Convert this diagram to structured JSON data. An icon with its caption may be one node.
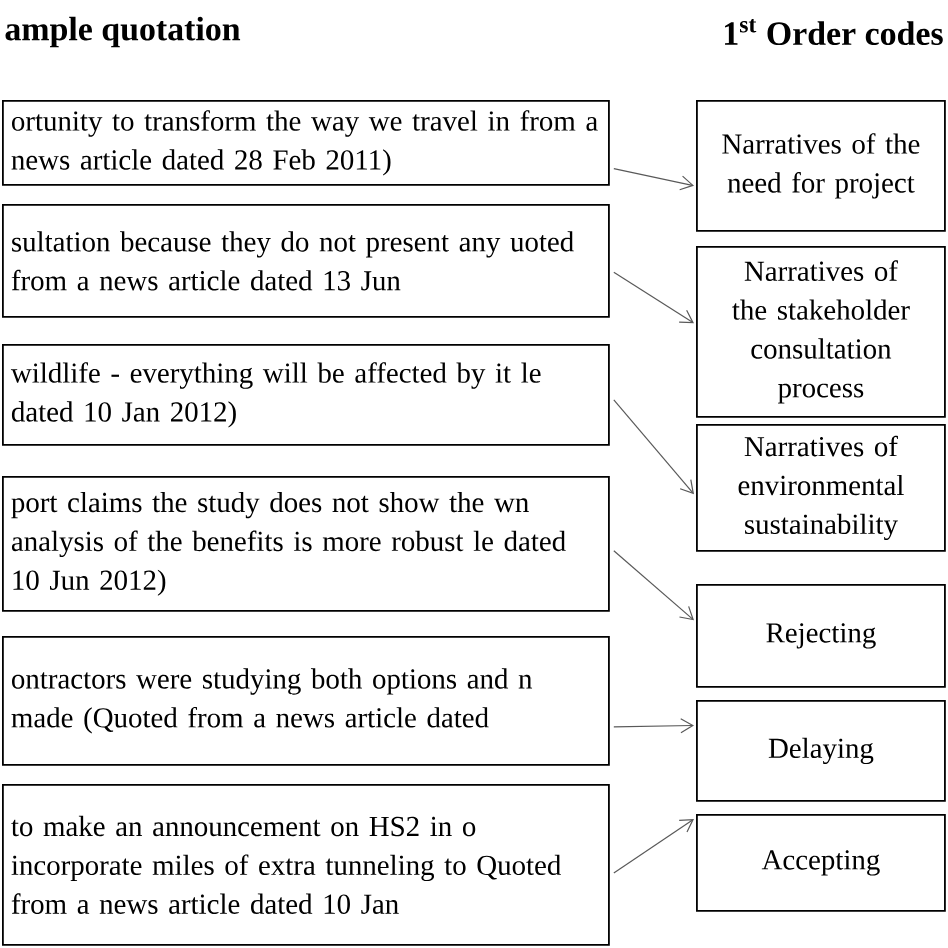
{
  "diagram": {
    "nodes": [
      {
        "text": [
          "ortunity to transform the way we travel in from a news article dated 28 Feb 2011)"
        ]
      },
      {
        "text": [
          "sultation because they do not present any uoted from a news article dated 13 Jun"
        ]
      },
      {
        "text": [
          "wildlife - everything will be affected by it le dated 10 Jan 2012)"
        ]
      },
      {
        "text": [
          "port claims the study does not show the wn analysis of the benefits is more robust le dated 10 Jun 2012)"
        ]
      },
      {
        "text": [
          "ontractors were studying both options and n made (Quoted from a news article dated"
        ]
      },
      {
        "text": [
          "to make an announcement on HS2 in o incorporate miles of extra tunneling to Quoted from a news article dated 10 Jan"
        ]
      },
      {
        "text": [
          "Narratives of the need for project"
        ]
      },
      {
        "text": [
          "Narratives of the stakeholder consultation process"
        ]
      },
      {
        "text": [
          "Narratives of environmental sustainability"
        ]
      },
      {
        "text": [
          "Rejecting"
        ]
      },
      {
        "text": [
          "Delaying"
        ]
      },
      {
        "text": [
          "Accepting"
        ]
      }
    ],
    "edges": [
      {
        "from": 0,
        "to": 6,
        "arrow": "to"
      },
      {
        "from": 1,
        "to": 7,
        "arrow": "to"
      },
      {
        "from": 2,
        "to": 8,
        "arrow": "to"
      },
      {
        "from": 3,
        "to": 9,
        "arrow": "to"
      },
      {
        "from": 4,
        "to": 10,
        "arrow": "to"
      },
      {
        "from": 5,
        "to": 11,
        "arrow": "to"
      }
    ],
    "labels": [
      "ample quotation",
      "1$^{st}$ Order codes"
    ]
  }
}
